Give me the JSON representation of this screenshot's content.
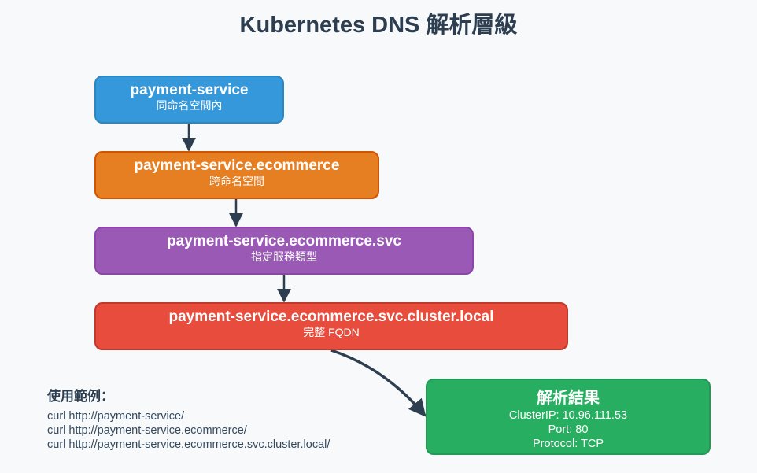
{
  "title": "Kubernetes DNS 解析層級",
  "nodes": [
    {
      "name": "payment-service",
      "desc": "同命名空間內",
      "color": "#3498db"
    },
    {
      "name": "payment-service.ecommerce",
      "desc": "跨命名空間",
      "color": "#e67e22"
    },
    {
      "name": "payment-service.ecommerce.svc",
      "desc": "指定服務類型",
      "color": "#9b59b6"
    },
    {
      "name": "payment-service.ecommerce.svc.cluster.local",
      "desc": "完整 FQDN",
      "color": "#e74c3c"
    }
  ],
  "result": {
    "title": "解析結果",
    "lines": [
      "ClusterIP: 10.96.111.53",
      "Port: 80",
      "Protocol: TCP"
    ],
    "color": "#27ae60"
  },
  "examples": {
    "heading": "使用範例：",
    "lines": [
      "curl http://payment-service/",
      "curl http://payment-service.ecommerce/",
      "curl http://payment-service.ecommerce.svc.cluster.local/"
    ]
  },
  "edge_color": "#2c3e50"
}
